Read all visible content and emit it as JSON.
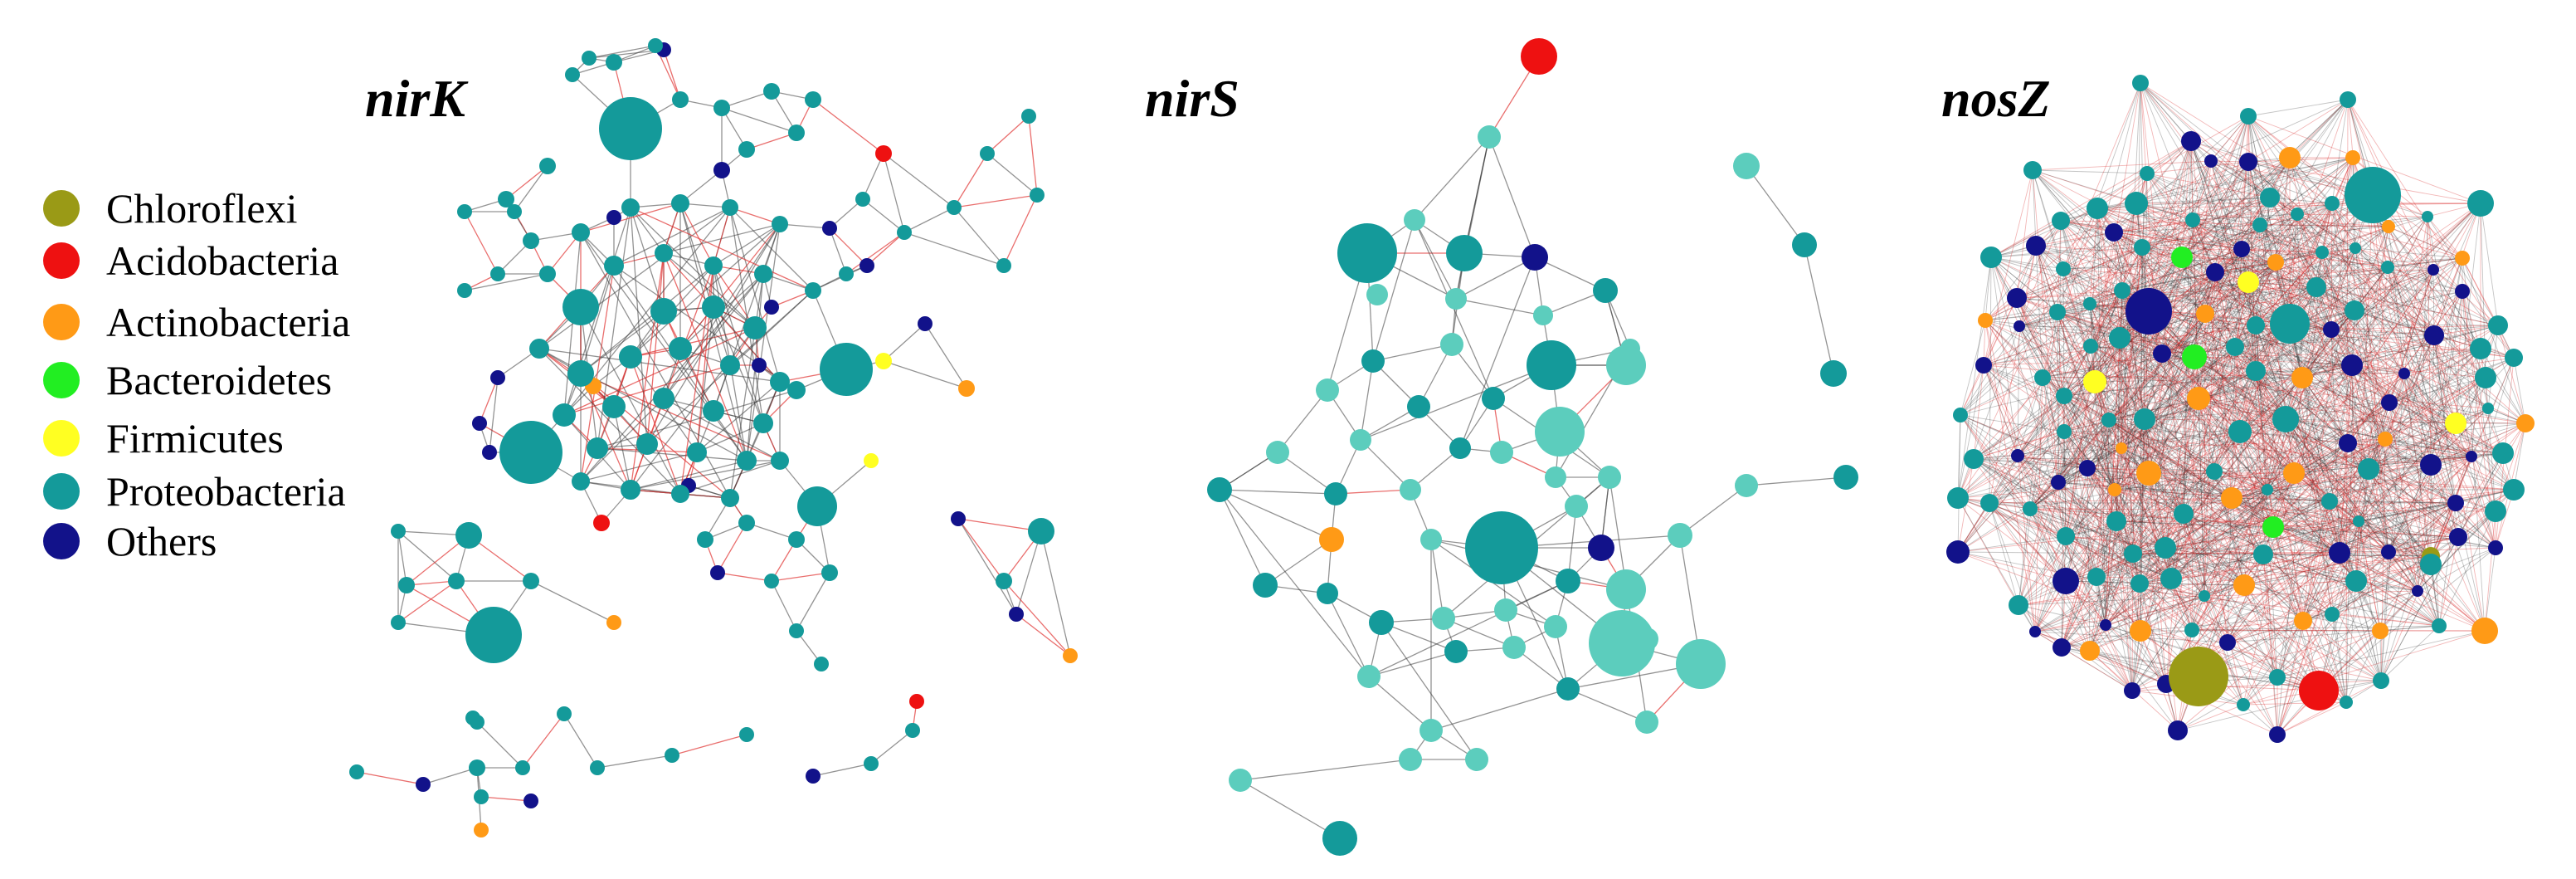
{
  "panels": [
    {
      "id": "nirK",
      "title": "nirK"
    },
    {
      "id": "nirS",
      "title": "nirS"
    },
    {
      "id": "nosZ",
      "title": "nosZ"
    }
  ],
  "legend": {
    "items": [
      {
        "label": "Chloroflexi",
        "color": "#9a9a16"
      },
      {
        "label": "Acidobacteria",
        "color": "#ee1111"
      },
      {
        "label": "Actinobacteria",
        "color": "#ff9a16"
      },
      {
        "label": "Bacteroidetes",
        "color": "#22ee22"
      },
      {
        "label": "Firmicutes",
        "color": "#ffff22"
      },
      {
        "label": "Proteobacteria",
        "color": "#149a9a"
      },
      {
        "label": "Others",
        "color": "#12128a"
      }
    ]
  },
  "colors": {
    "proteobacteria_light": "#5ccdbd",
    "edge_positive": "#3a3a3a",
    "edge_negative": "#e0302f"
  }
}
